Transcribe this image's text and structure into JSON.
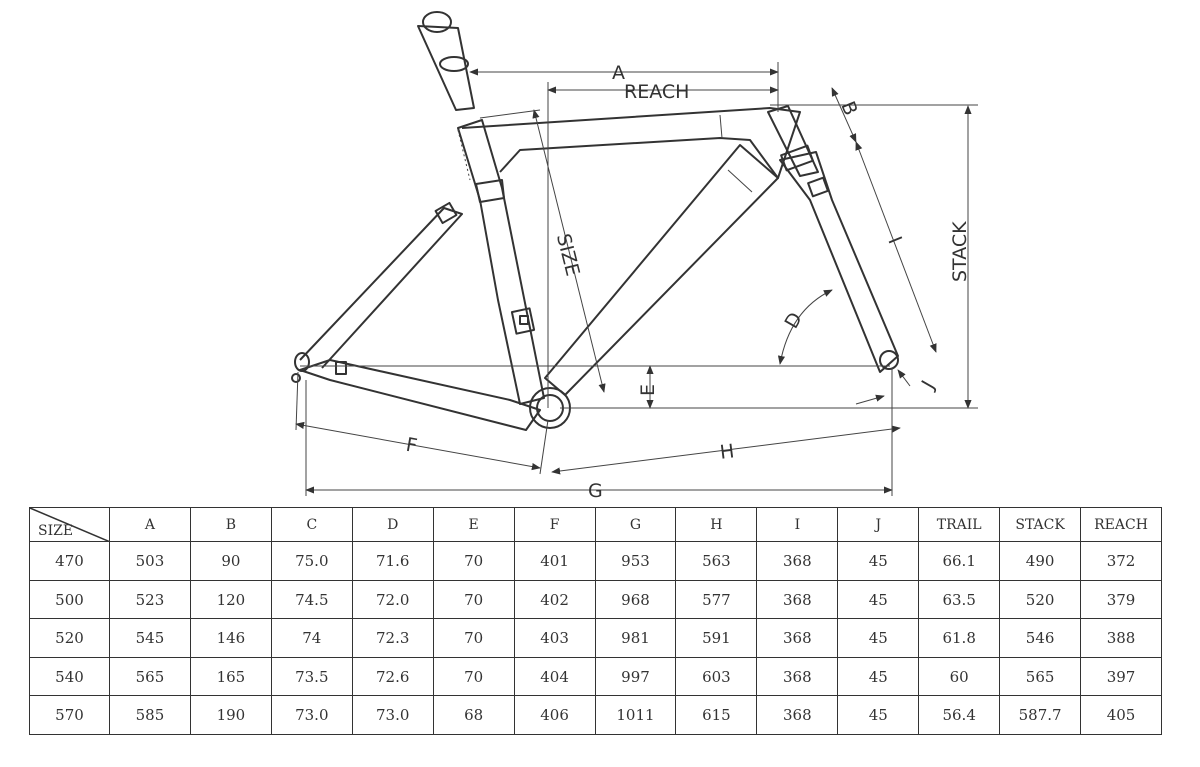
{
  "diagram": {
    "labels": {
      "a": "A",
      "reach": "REACH",
      "b": "B",
      "stack": "STACK",
      "size": "SIZE",
      "i": "I",
      "d": "D",
      "e": "E",
      "j": "J",
      "f": "F",
      "h": "H",
      "g": "G"
    }
  },
  "table": {
    "corner_label": "SIZE",
    "columns": [
      "A",
      "B",
      "C",
      "D",
      "E",
      "F",
      "G",
      "H",
      "I",
      "J",
      "TRAIL",
      "STACK",
      "REACH"
    ],
    "rows": [
      [
        "470",
        "503",
        "90",
        "75.0",
        "71.6",
        "70",
        "401",
        "953",
        "563",
        "368",
        "45",
        "66.1",
        "490",
        "372"
      ],
      [
        "500",
        "523",
        "120",
        "74.5",
        "72.0",
        "70",
        "402",
        "968",
        "577",
        "368",
        "45",
        "63.5",
        "520",
        "379"
      ],
      [
        "520",
        "545",
        "146",
        "74",
        "72.3",
        "70",
        "403",
        "981",
        "591",
        "368",
        "45",
        "61.8",
        "546",
        "388"
      ],
      [
        "540",
        "565",
        "165",
        "73.5",
        "72.6",
        "70",
        "404",
        "997",
        "603",
        "368",
        "45",
        "60",
        "565",
        "397"
      ],
      [
        "570",
        "585",
        "190",
        "73.0",
        "73.0",
        "68",
        "406",
        "1011",
        "615",
        "368",
        "45",
        "56.4",
        "587.7",
        "405"
      ]
    ]
  }
}
